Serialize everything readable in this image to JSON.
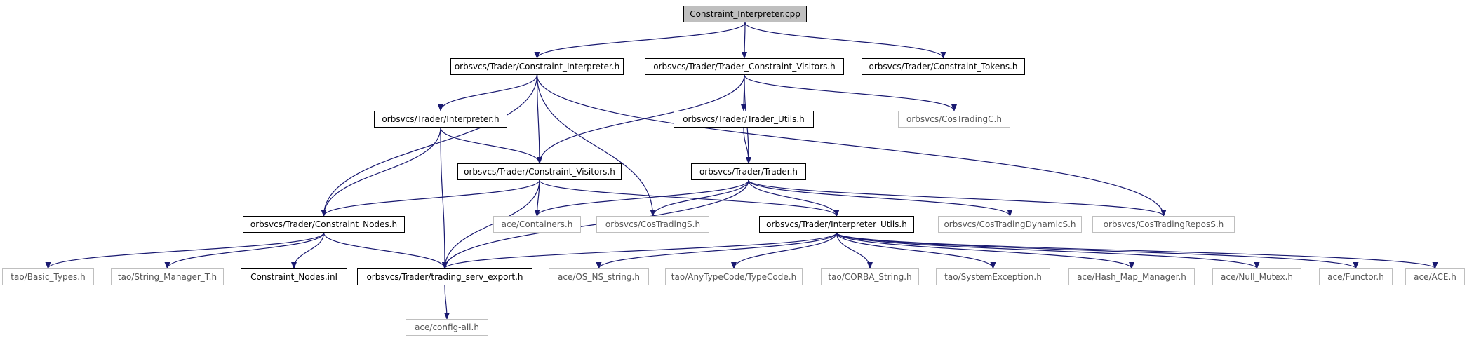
{
  "nodes": [
    {
      "id": "root",
      "label": "Constraint_Interpreter.cpp",
      "kind": "root"
    },
    {
      "id": "ci_h",
      "label": "orbsvcs/Trader/Constraint_Interpreter.h",
      "kind": "documented"
    },
    {
      "id": "tcv_h",
      "label": "orbsvcs/Trader/Trader_Constraint_Visitors.h",
      "kind": "documented"
    },
    {
      "id": "ct_h",
      "label": "orbsvcs/Trader/Constraint_Tokens.h",
      "kind": "documented"
    },
    {
      "id": "interp_h",
      "label": "orbsvcs/Trader/Interpreter.h",
      "kind": "documented"
    },
    {
      "id": "tu_h",
      "label": "orbsvcs/Trader/Trader_Utils.h",
      "kind": "documented"
    },
    {
      "id": "costradingc_h",
      "label": "orbsvcs/CosTradingC.h",
      "kind": "undocumented"
    },
    {
      "id": "cv_h",
      "label": "orbsvcs/Trader/Constraint_Visitors.h",
      "kind": "documented"
    },
    {
      "id": "trader_h",
      "label": "orbsvcs/Trader/Trader.h",
      "kind": "documented"
    },
    {
      "id": "cn_h",
      "label": "orbsvcs/Trader/Constraint_Nodes.h",
      "kind": "documented"
    },
    {
      "id": "containers_h",
      "label": "ace/Containers.h",
      "kind": "undocumented"
    },
    {
      "id": "costradings_h",
      "label": "orbsvcs/CosTradingS.h",
      "kind": "undocumented"
    },
    {
      "id": "iu_h",
      "label": "orbsvcs/Trader/Interpreter_Utils.h",
      "kind": "documented"
    },
    {
      "id": "costradingdyn_h",
      "label": "orbsvcs/CosTradingDynamicS.h",
      "kind": "undocumented"
    },
    {
      "id": "costradingrepos_h",
      "label": "orbsvcs/CosTradingReposS.h",
      "kind": "undocumented"
    },
    {
      "id": "basic_types_h",
      "label": "tao/Basic_Types.h",
      "kind": "undocumented"
    },
    {
      "id": "string_manager_h",
      "label": "tao/String_Manager_T.h",
      "kind": "undocumented"
    },
    {
      "id": "cn_inl",
      "label": "Constraint_Nodes.inl",
      "kind": "documented"
    },
    {
      "id": "tse_h",
      "label": "orbsvcs/Trader/trading_serv_export.h",
      "kind": "documented"
    },
    {
      "id": "os_ns_string_h",
      "label": "ace/OS_NS_string.h",
      "kind": "undocumented"
    },
    {
      "id": "typecode_h",
      "label": "tao/AnyTypeCode/TypeCode.h",
      "kind": "undocumented"
    },
    {
      "id": "corba_string_h",
      "label": "tao/CORBA_String.h",
      "kind": "undocumented"
    },
    {
      "id": "sysexc_h",
      "label": "tao/SystemException.h",
      "kind": "undocumented"
    },
    {
      "id": "hash_map_h",
      "label": "ace/Hash_Map_Manager.h",
      "kind": "undocumented"
    },
    {
      "id": "null_mutex_h",
      "label": "ace/Null_Mutex.h",
      "kind": "undocumented"
    },
    {
      "id": "functor_h",
      "label": "ace/Functor.h",
      "kind": "undocumented"
    },
    {
      "id": "ace_h",
      "label": "ace/ACE.h",
      "kind": "undocumented"
    },
    {
      "id": "config_all_h",
      "label": "ace/config-all.h",
      "kind": "undocumented"
    }
  ],
  "edges": [
    [
      "root",
      "ci_h"
    ],
    [
      "root",
      "tcv_h"
    ],
    [
      "root",
      "ct_h"
    ],
    [
      "ci_h",
      "interp_h"
    ],
    [
      "ci_h",
      "cn_h"
    ],
    [
      "ci_h",
      "cv_h"
    ],
    [
      "ci_h",
      "costradings_h"
    ],
    [
      "ci_h",
      "costradingrepos_h"
    ],
    [
      "tcv_h",
      "tu_h"
    ],
    [
      "tcv_h",
      "costradingc_h"
    ],
    [
      "tcv_h",
      "cv_h"
    ],
    [
      "tcv_h",
      "trader_h"
    ],
    [
      "interp_h",
      "cn_h"
    ],
    [
      "interp_h",
      "cv_h"
    ],
    [
      "interp_h",
      "tse_h"
    ],
    [
      "tu_h",
      "trader_h"
    ],
    [
      "cv_h",
      "cn_h"
    ],
    [
      "cv_h",
      "containers_h"
    ],
    [
      "cv_h",
      "iu_h"
    ],
    [
      "cv_h",
      "tse_h"
    ],
    [
      "trader_h",
      "containers_h"
    ],
    [
      "trader_h",
      "costradings_h"
    ],
    [
      "trader_h",
      "iu_h"
    ],
    [
      "trader_h",
      "costradingdyn_h"
    ],
    [
      "trader_h",
      "costradingrepos_h"
    ],
    [
      "trader_h",
      "tse_h"
    ],
    [
      "cn_h",
      "basic_types_h"
    ],
    [
      "cn_h",
      "string_manager_h"
    ],
    [
      "cn_h",
      "cn_inl"
    ],
    [
      "cn_h",
      "tse_h"
    ],
    [
      "iu_h",
      "tse_h"
    ],
    [
      "iu_h",
      "os_ns_string_h"
    ],
    [
      "iu_h",
      "typecode_h"
    ],
    [
      "iu_h",
      "corba_string_h"
    ],
    [
      "iu_h",
      "sysexc_h"
    ],
    [
      "iu_h",
      "hash_map_h"
    ],
    [
      "iu_h",
      "null_mutex_h"
    ],
    [
      "iu_h",
      "functor_h"
    ],
    [
      "iu_h",
      "ace_h"
    ],
    [
      "tse_h",
      "config_all_h"
    ]
  ],
  "colors": {
    "edge": "#191970",
    "documented_border": "#000000",
    "undocumented_border": "#bfbfbf",
    "root_fill": "#bfbfbf"
  }
}
